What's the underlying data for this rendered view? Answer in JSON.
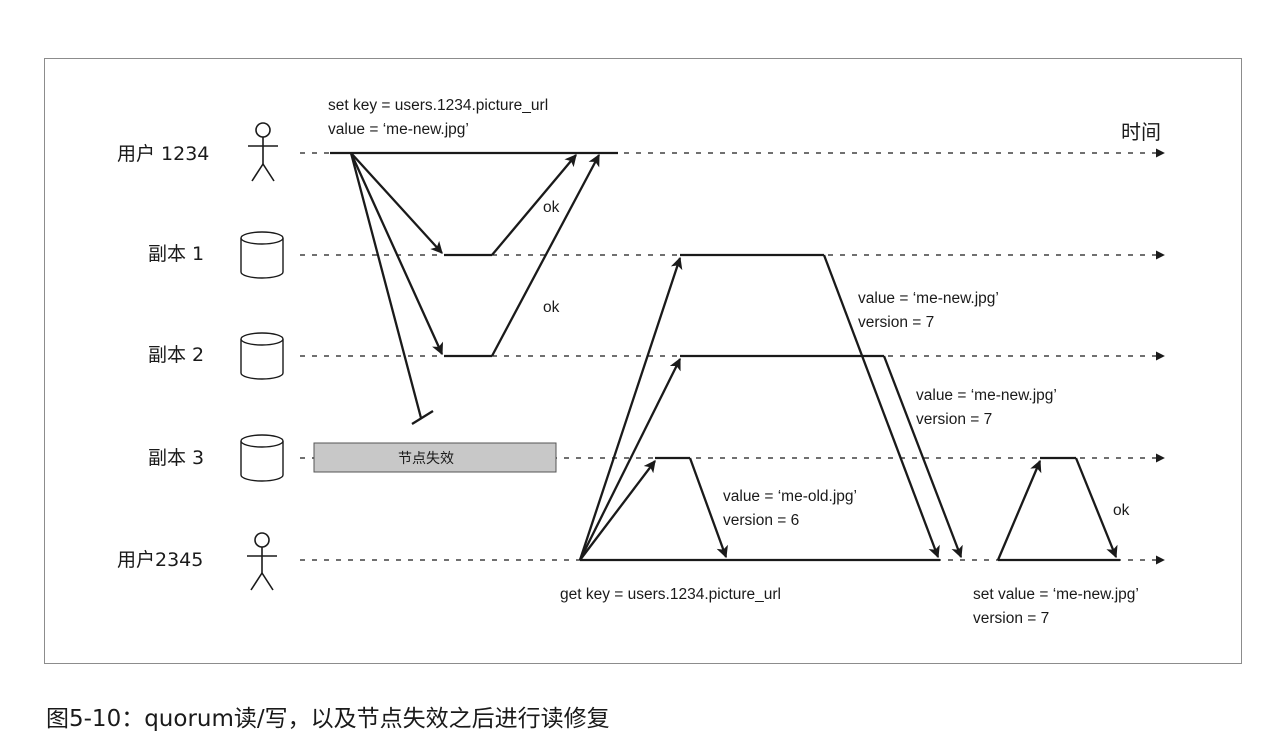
{
  "timeline": {
    "label": "时间"
  },
  "participants": [
    {
      "id": "user1234",
      "label": "用户 1234",
      "kind": "user"
    },
    {
      "id": "replica1",
      "label": "副本 1",
      "kind": "replica"
    },
    {
      "id": "replica2",
      "label": "副本 2",
      "kind": "replica"
    },
    {
      "id": "replica3",
      "label": "副本 3",
      "kind": "replica"
    },
    {
      "id": "user2345",
      "label": "用户2345",
      "kind": "user"
    }
  ],
  "node_failure": {
    "label": "节点失效"
  },
  "annotations": {
    "write_request": [
      "set key = users.1234.picture_url",
      "value = ‘me-new.jpg’"
    ],
    "ack_replica1": "ok",
    "ack_replica2": "ok",
    "read_request": "get key = users.1234.picture_url",
    "read_reply_replica1": [
      "value = ‘me-new.jpg’",
      "version = 7"
    ],
    "read_reply_replica2": [
      "value = ‘me-new.jpg’",
      "version = 7"
    ],
    "read_reply_replica3": [
      "value = ‘me-old.jpg’",
      "version = 6"
    ],
    "read_repair_request": [
      "set value = ‘me-new.jpg’",
      "version = 7"
    ],
    "read_repair_ack": "ok"
  },
  "caption": "图5-10：quorum读/写，以及节点失效之后进行读修复"
}
